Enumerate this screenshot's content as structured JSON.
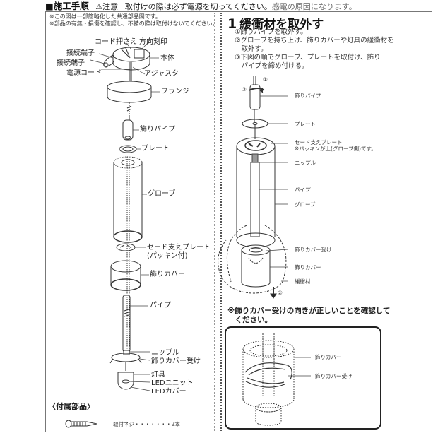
{
  "header": {
    "title": "■施工手順",
    "caution": "⚠注意",
    "warning_bold": "取付けの際は必ず電源を切ってください。",
    "warning_rest": "感電の原因になります。"
  },
  "left_panel": {
    "notes": [
      "※この図は一部簡略化した共通部品図です。",
      "※部品の有無・損傷を確認し、不備の際は取付けないでください。"
    ],
    "labels": {
      "cord_holder": "コード押さえ",
      "direction_mark": "方向刻印",
      "terminal_1": "接続端子",
      "terminal_2": "接続端子",
      "body": "本体",
      "power_cord": "電源コード",
      "adjuster": "アジャスタ",
      "flange": "フランジ",
      "deco_pipe": "飾りパイプ",
      "plate": "プレート",
      "globe": "グローブ",
      "shade_plate_1": "セード支えプレート",
      "shade_plate_2": "(パッキン付)",
      "deco_cover": "飾りカバー",
      "pipe": "パイプ",
      "nipple": "ニップル",
      "cover_receiver": "飾りカバー受け",
      "fixture": "灯具",
      "led_unit": "LEDユニット",
      "led_cover": "LEDカバー"
    },
    "accessories": {
      "title": "〈付属部品〉",
      "item": "取付ネジ・・・・・・・2本"
    }
  },
  "right_panel": {
    "step_number": "1",
    "step_title": "緩衝材を取外す",
    "instructions": [
      "①飾りパイプを取外す。",
      "②グローブを持ち上げ、飾りカバーや灯具の緩衝材を",
      "　取外す。",
      "③下図の順でグローブ、プレートを取付け、飾り",
      "　パイプを締め付ける。"
    ],
    "markers": {
      "one": "①",
      "two": "②",
      "three": "③"
    },
    "labels": {
      "deco_pipe": "飾りパイプ",
      "plate": "プレート",
      "shade_plate": "セード支えプレート",
      "packing_note": "※パッキンが上(グローブ側)です。",
      "nipple": "ニップル",
      "pipe": "パイプ",
      "globe": "グローブ",
      "cover_receiver": "飾りカバー受け",
      "deco_cover": "飾りカバー",
      "cushion": "緩衝材"
    },
    "check_note": [
      "※飾りカバー受けの向きが正しいことを確認して",
      "　ください。"
    ],
    "box_labels": {
      "deco_cover": "飾りカバー",
      "cover_receiver": "飾りカバー受け"
    }
  }
}
